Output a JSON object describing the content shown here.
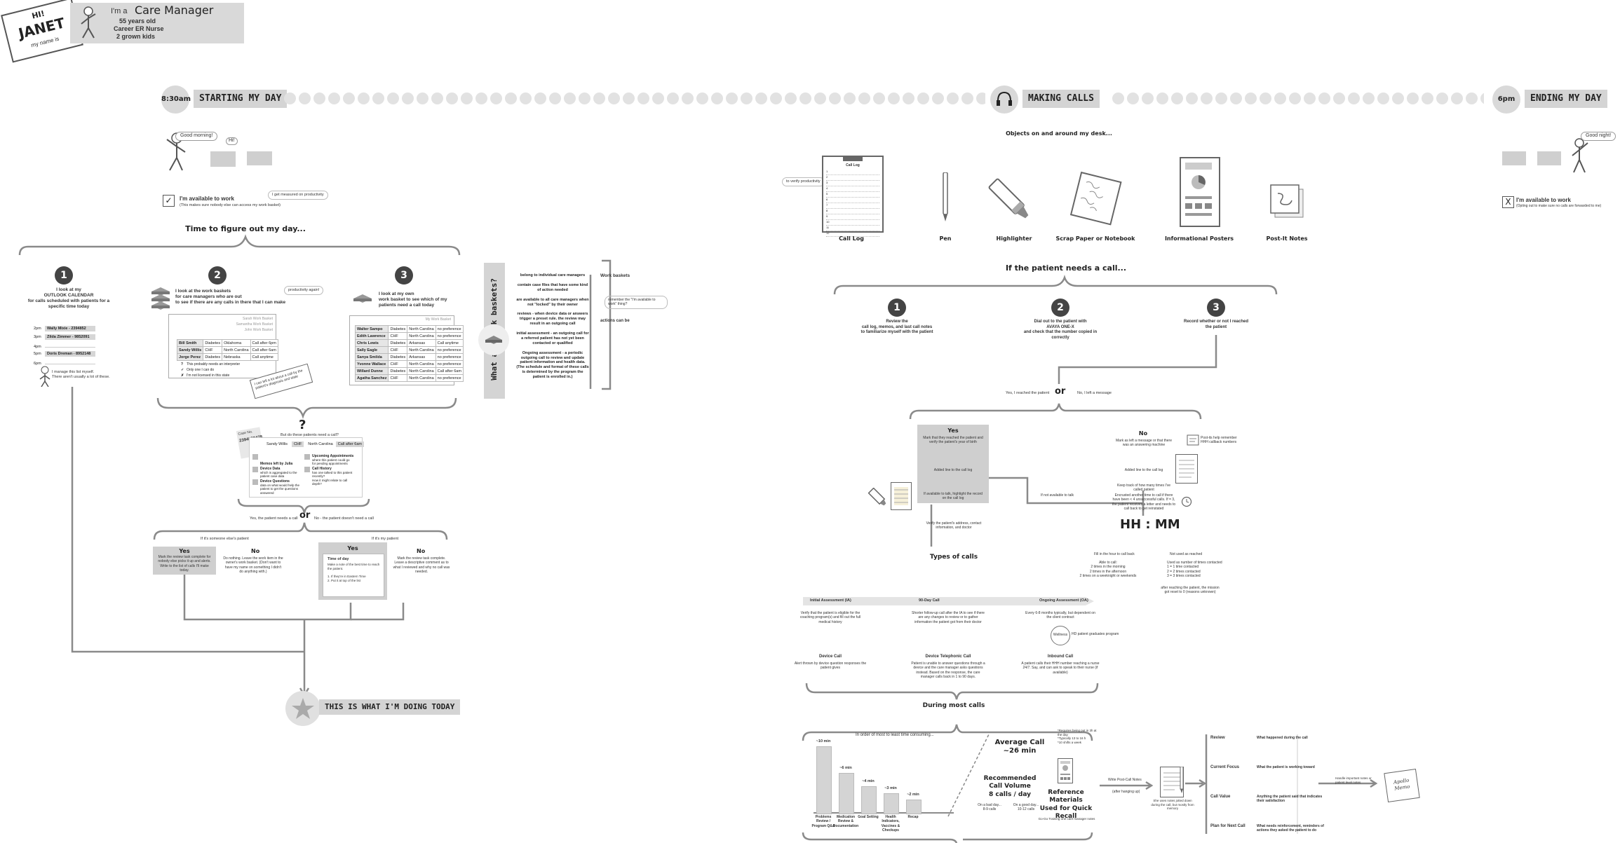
{
  "persona": {
    "hi": "HI!",
    "name": "JANET",
    "my_name_is": "my name is",
    "im_a": "I'm a",
    "role": "Care Manager",
    "age": "55 years old",
    "career": "Career ER Nurse",
    "kids": "2 grown kids"
  },
  "timeline": {
    "start_time": "8:30am",
    "start_label": "STARTING MY DAY",
    "middle_label": "MAKING CALLS",
    "end_time": "6pm",
    "end_label": "ENDING MY DAY"
  },
  "start_day": {
    "good_morning": "Good morning!",
    "hi": "Hi!",
    "available": "I'm available to work",
    "available_sub": "(This makes sure nobody else can access my work basket)",
    "productivity_note": "I get measured on productivity",
    "figure_out": "Time to figure out my day..."
  },
  "step1": {
    "num": "1",
    "title": "I look at my\nOUTLOOK CALENDAR\nfor calls scheduled with patients for a\nspecific time today",
    "rows": [
      {
        "time": "2pm",
        "entry": "Wally Mixie - 2394852"
      },
      {
        "time": "3pm",
        "entry": "Zilda Zimmer - 9852091"
      },
      {
        "time": "4pm",
        "entry": ""
      },
      {
        "time": "5pm",
        "entry": "Doris Dreman - 8952148"
      },
      {
        "time": "6pm",
        "entry": ""
      }
    ],
    "note": "I manage this list myself.\nThere aren't usually a lot of these."
  },
  "step2": {
    "num": "2",
    "title": "I look at the work baskets\nfor care managers who are out\nto see if there are any calls in there that I can make",
    "productivity": "productivity again!",
    "basket_names": [
      "Sarah Work Basket",
      "Samantha Work Basket",
      "John Work Basket"
    ],
    "rows": [
      [
        "Bill Smith",
        "Diabetes",
        "Oklahoma",
        "Call after 6pm"
      ],
      [
        "Sandy Willis",
        "CHF",
        "North Carolina",
        "Call after 6am"
      ],
      [
        "Jorge Perez",
        "Diabetes",
        "Nebraska",
        "Call anytime"
      ]
    ],
    "notes": [
      "This probably needs an interpreter",
      "Only one I can do",
      "I'm not licensed in this state"
    ],
    "sticky": "I can tell a lot about a call by the patient's diagnosis and state"
  },
  "step3": {
    "num": "3",
    "title": "I look at my own\nwork basket to see which of my\npatients need a call today",
    "basket_name": "My Work Basket",
    "rows": [
      [
        "Walter Sampo",
        "Diabetes",
        "North Carolina",
        "no preference"
      ],
      [
        "Edith Lawrence",
        "CHF",
        "North Carolina",
        "no preference"
      ],
      [
        "Chris Lewis",
        "Diabetes",
        "Arkansas",
        "Call anytime"
      ],
      [
        "Sally Eagle",
        "CHF",
        "North Carolina",
        "no preference"
      ],
      [
        "Sanya Smilda",
        "Diabetes",
        "Arkansas",
        "no preference"
      ],
      [
        "Yvonne Wallace",
        "CHF",
        "North Carolina",
        "no preference"
      ],
      [
        "Willard Dunne",
        "Diabetes",
        "North Carolina",
        "Call after 6am"
      ],
      [
        "Agatha Sanchez",
        "CHF",
        "North Carolina",
        "no preference"
      ]
    ]
  },
  "decision": {
    "question_mark": "?",
    "question": "But do these patients need a call?",
    "case_no": "Case No.",
    "case_number": "2394852478",
    "patient_row": [
      "Sandy Willis",
      "CHF",
      "North Carolina",
      "Call after 6am"
    ],
    "items": [
      {
        "title": "Memos left by Julia",
        "desc": ""
      },
      {
        "title": "Device Data",
        "desc": "which is aggregated to the patient case data"
      },
      {
        "title": "Device Questions",
        "desc": "data on what would help the patient to get the questions answered"
      },
      {
        "title": "Upcoming Appointments",
        "desc": "where this patient could go for pending appointments"
      },
      {
        "title": "Call History",
        "desc": "has one talked to this patient recently?\nHow it might relate to call depth?"
      }
    ],
    "or": "or",
    "yes_need": "Yes, the patient needs a call",
    "no_need": "No - the patient doesn't need a call",
    "if_someone_else": "If it's someone else's patient",
    "if_mine": "If it's my patient",
    "yes1_head": "Yes",
    "yes1_text": "Mark the review task complete for nobody else picks it up and alerts.\nWrite to the list of calls I'll make today.",
    "no1_head": "No",
    "no1_text": "Do nothing. Leave the work item in the owner's work basket. (Don't want to have my name on something I didn't do anything with.)",
    "yes2_head": "Yes",
    "yes2_title": "Time of day",
    "yes2_text": "Make a note of the best time to reach the patient.\n\n1. If they're in Eastern Time\n2. Put it at top of the list",
    "no2_head": "No",
    "no2_text": "Mark the review task complete.\nLeave a descriptive comment as to what I reviewed and why no call was needed.",
    "doing_today": "THIS IS WHAT I'M DOING TODAY"
  },
  "work_baskets": {
    "side_label": "What are work baskets?",
    "defs": [
      "belong to individual care managers",
      "contain case files that have some kind of action needed",
      "are available to all care managers when not \"locked\" by their owner",
      "reviews - when device data or answers trigger a preset rule. the review may result in an outgoing call",
      "initial assessment - an outgoing call for a referred patient has not yet been contacted or qualified",
      "Ongoing assessment - a periodic outgoing call to review and update patient information and health data. (The schedule and format of these calls is determined by the program the patient is enrolled in.)"
    ],
    "right_head": "Work baskets",
    "right_note": "remember the \"I'm available to work\" thing?",
    "actions": "actions can be"
  },
  "desk": {
    "heading": "Objects on and around my desk...",
    "productivity": "to verify productivity",
    "call_log_title": "Call Log",
    "objects": [
      "Call Log",
      "Pen",
      "Highlighter",
      "Scrap Paper or Notebook",
      "Informational Posters",
      "Post-It Notes"
    ]
  },
  "patient_call": {
    "heading": "If the patient needs a call...",
    "steps": [
      {
        "num": "1",
        "text": "Review the\ncall log, memos, and last call notes\nto familiarize myself with the patient"
      },
      {
        "num": "2",
        "text": "Dial out to the patient with\nAVAYA ONE-X\nand check that the number copied in\ncorrectly"
      },
      {
        "num": "3",
        "text": "Record whether or not I reached\nthe patient"
      }
    ],
    "reached": "Yes, I reached the patient",
    "left_msg": "No, I left a message",
    "or": "or",
    "yes_head": "Yes",
    "yes_text1": "Mark that they reached the patient and verify the patient's year of birth",
    "yes_text2": "Added line to the call log",
    "yes_text3": "If available to talk, highlight the record on the call log",
    "no_head": "No",
    "no_text1": "Mark as left a message or that there was an answering machine",
    "no_text2": "Added line to the call log",
    "no_text3": "Keep track of how many times I've called patient",
    "no_text4": "Encrusted another time to call if there have been < 4 unsuccessful calls. If = 3, the patient receives a letter and needs to call back to get reinstated",
    "if_available": "If not available to talk",
    "hhmm": "HH : MM",
    "verify": "Verify the patient's address, contact information, and doctor",
    "types": "Types of calls",
    "postit_note": "Post-its help remember HHH callback numbers",
    "fill_hour": "Fill in the hour to call back",
    "not_reached": "Not used as reached",
    "able_call": "Able to call:\n2 times in the morning\n2 times in the afternoon\n2 times on a weeknight or weekends",
    "times_contacted": "Used as number of times contacted\n1 = 1 time contacted\n2 = 2 times contacted\n3 = 3 times contacted",
    "after_reaching": "after reaching the patient, the mission got reset to 0 (reasons unknown)"
  },
  "call_types": {
    "arrow": [
      "Initial Assessment (IA)",
      "90-Day Call",
      "Ongoing Assessment (OA)"
    ],
    "desc": [
      "Verify that the patient is eligible for the coaching program(s) and fill out the full medical history",
      "Shorter follow-up call after the IA to see if there are any changes to review or to gather information the patient got from their doctor",
      "Every 6-8 months typically, but dependent on the client contract"
    ],
    "wellness": "Wellness",
    "wellness_note": "HD patient graduates program",
    "kinds": [
      {
        "title": "Device Call",
        "text": "Alert thrown by device question responses the patient gives"
      },
      {
        "title": "Device Telephonic Call",
        "text": "Patient is unable to answer questions through a device and the care manager asks questions instead. Based on the response, the care manager calls back in 1 to 90 days."
      },
      {
        "title": "Inbound Call",
        "text": "A patient calls their HHH number reaching a nurse 24/7. Say, and can ask to speak to their nurse (if available)"
      }
    ],
    "during": "During most calls"
  },
  "chart_data": {
    "type": "bar",
    "title": "In order of most to least time consuming...",
    "categories": [
      "Problems Review / Program Q&A",
      "Medication Review & Documentation",
      "Goal Setting",
      "Health Indicators, Vaccines & Checkups",
      "Recap"
    ],
    "value_labels": [
      "~10 min",
      "~6 min",
      "~4 min",
      "~3 min",
      "~2 min"
    ],
    "values": [
      10,
      6,
      4,
      3,
      2
    ],
    "ylim": [
      0,
      10
    ]
  },
  "call_stats": {
    "avg_label": "Average Call",
    "avg_value": "~26 min",
    "rec_label": "Recommended\nCall Volume\n8 calls / day",
    "rec_note1": "On a bad day...\n8-9 calls",
    "rec_note2": "On a good day...\n10-12 calls",
    "stat_note": "*Requires being put in 3h at the day\n*Typically 13 to 16 h\n*10 shifts a week",
    "ref_title": "Reference\nMaterials\nUsed for Quick\nRecall",
    "ref_note": "Go-Go Training one care manager notes"
  },
  "notes_flow": {
    "write_notes": "Write Post-Call Notes",
    "after_hang": "(after hanging up)",
    "under_sheet": "She uses notes jotted down during the call, but mostly from memory",
    "fields": [
      {
        "label": "Review",
        "text": "What happened during the call"
      },
      {
        "label": "Current Focus",
        "text": "What the patient is working toward"
      },
      {
        "label": "Call Value",
        "text": "Anything the patient said that indicates their satisfaction"
      },
      {
        "label": "Plan for Next Call",
        "text": "What needs reinforcement, reminders of actions they asked the patient to do"
      }
    ],
    "memo_note": "Handle important notes or patient level notes",
    "memo_label": "Apollo\nMemo"
  },
  "end_day": {
    "good_night": "Good night!",
    "available": "I'm available to work",
    "available_sub": "(Opting out to make sure no calls are forwarded to me)",
    "x_mark": "X"
  },
  "colors": {
    "box_gray": "#d4d4d4",
    "line": "#8a8a8a",
    "dark_circle": "#444444"
  }
}
